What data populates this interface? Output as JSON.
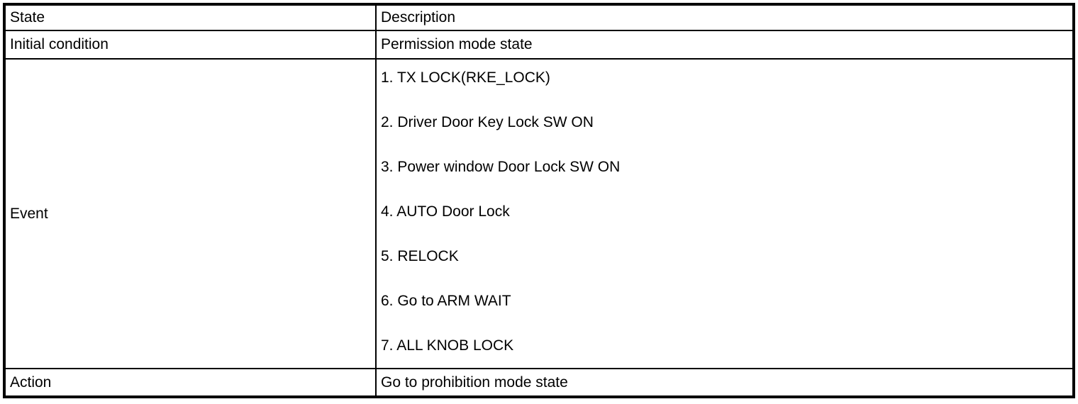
{
  "page": {
    "background_color": "#ffffff",
    "border_color": "#000000",
    "text_color": "#000000"
  },
  "table": {
    "columns": [
      {
        "label": "State"
      },
      {
        "label": "Description"
      }
    ],
    "rows": [
      {
        "state": "Initial condition",
        "description": "Permission mode state"
      },
      {
        "state": "Event",
        "description_items": [
          "1. TX LOCK(RKE_LOCK)",
          "2. Driver Door Key Lock SW ON",
          "3. Power window Door Lock SW ON",
          "4. AUTO Door Lock",
          "5. RELOCK",
          "6. Go to ARM WAIT",
          "7. ALL KNOB LOCK"
        ]
      },
      {
        "state": "Action",
        "description": "Go to prohibition mode state"
      }
    ]
  }
}
